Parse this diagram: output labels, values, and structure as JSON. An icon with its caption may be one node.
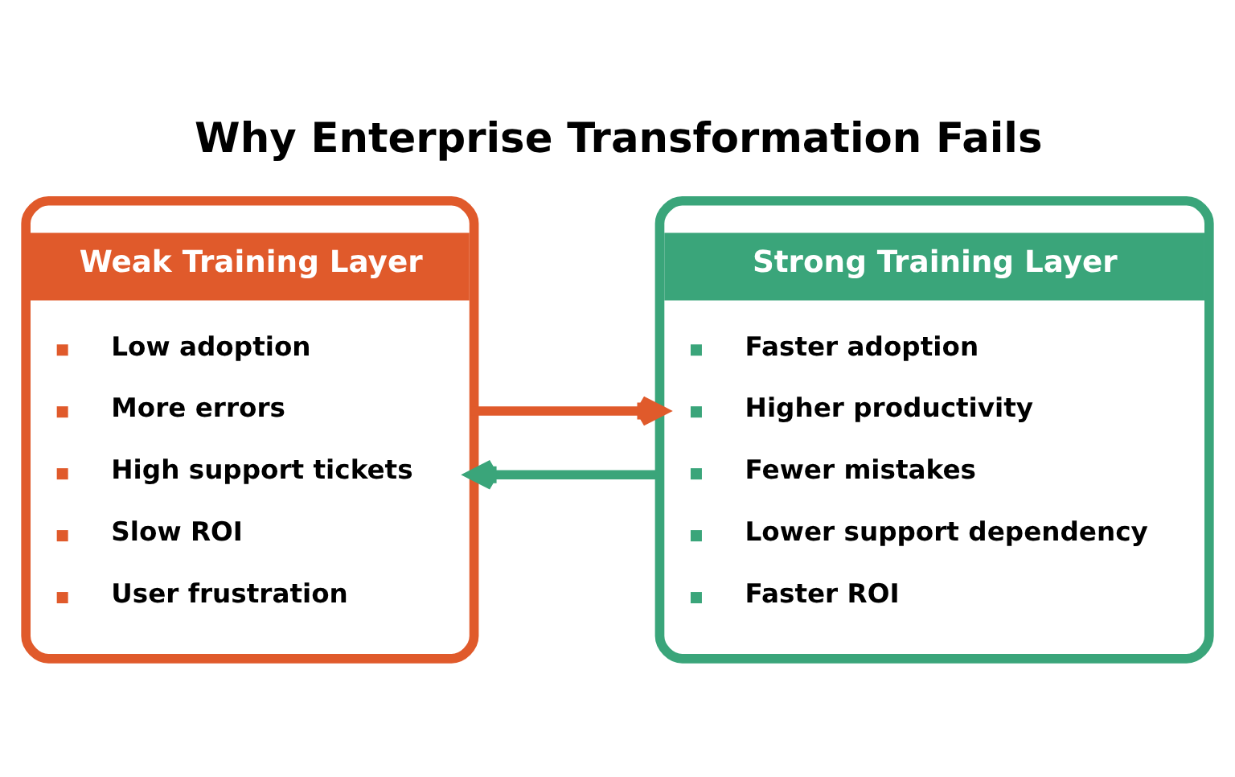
{
  "diagram": {
    "title": "Why Enterprise Transformation Fails",
    "nodes": [
      {
        "text": [
          "Weak Training Layer",
          "Low adoption",
          "More errors",
          "High support tickets",
          "Slow ROI",
          "User frustration"
        ]
      },
      {
        "text": [
          "Strong Training Layer",
          "Faster adoption",
          "Higher productivity",
          "Fewer mistakes",
          "Lower support dependency",
          "Faster ROI"
        ]
      }
    ],
    "edges": [
      {
        "from": 0,
        "to": 1,
        "arrow": "to",
        "color": "#e05a2b"
      },
      {
        "from": 1,
        "to": 0,
        "arrow": "to",
        "color": "#3aa57a"
      }
    ]
  }
}
